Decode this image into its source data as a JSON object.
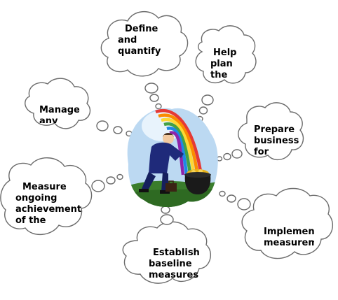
{
  "clouds": {
    "define": {
      "lines": [
        "Define",
        "and",
        "quantify"
      ]
    },
    "help_plan": {
      "lines": [
        "Help",
        "plan",
        "the"
      ]
    },
    "manage": {
      "lines": [
        "Manage",
        "any"
      ]
    },
    "prepare": {
      "lines": [
        "Prepare",
        "business",
        "for"
      ]
    },
    "measure": {
      "lines": [
        "Measure",
        "ongoing",
        "achievement",
        "of the"
      ]
    },
    "implement": {
      "lines": [
        "Implement",
        "measurem"
      ]
    },
    "establish": {
      "lines": [
        "Establish",
        "baseline",
        "measures"
      ]
    }
  },
  "center_image": {
    "icon": "businessman-rainbow-pot-of-gold-icon",
    "colors": {
      "sky": "#bcd9f2",
      "grass": "#3a7d2c",
      "suit": "#1f2a7a",
      "pot": "#1a1a1a",
      "gold": "#e8b21a"
    }
  },
  "colors": {
    "cloud_fill": "#ffffff",
    "cloud_stroke": "#6b6b6b",
    "text": "#000000"
  }
}
